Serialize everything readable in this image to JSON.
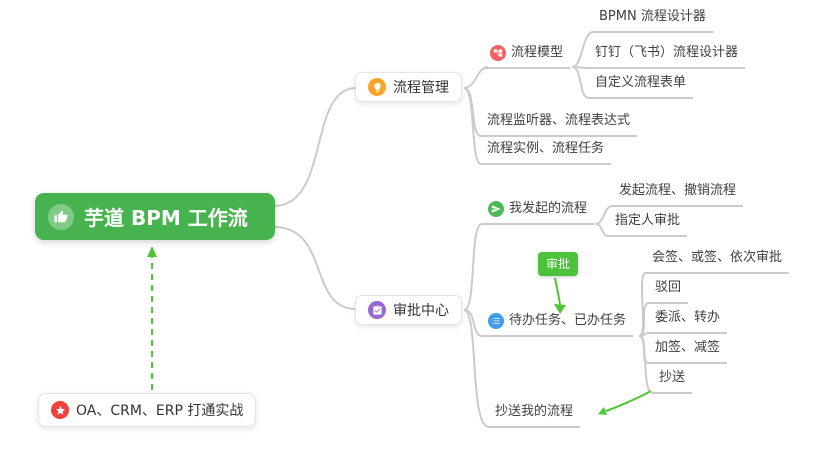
{
  "mindmap": {
    "root": "芋道 BPM 工作流",
    "bottom_note": "OA、CRM、ERP 打通实战",
    "process_management": {
      "label": "流程管理",
      "process_model": "流程模型",
      "bpmn_designer": "BPMN 流程设计器",
      "dingtalk_designer": "钉钉（飞书）流程设计器",
      "custom_form": "自定义流程表单",
      "listener_expression": "流程监听器、流程表达式",
      "instance_task": "流程实例、流程任务"
    },
    "approval_center": {
      "label": "审批中心",
      "my_initiated": "我发起的流程",
      "initiate_cancel": "发起流程、撤销流程",
      "assignee_approval": "指定人审批",
      "approval_tag": "审批",
      "todo_done": "待办任务、已办任务",
      "countersign": "会签、或签、依次审批",
      "reject": "驳回",
      "delegate_transfer": "委派、转办",
      "add_remove_sign": "加签、减签",
      "cc": "抄送",
      "cc_my_process": "抄送我的流程"
    }
  },
  "icons": {
    "root": "thumbs-up-icon",
    "process_management": "lightbulb-icon",
    "process_model": "flow-tree-icon",
    "approval_center": "clipboard-check-icon",
    "my_initiated": "send-icon",
    "todo_done": "task-list-icon",
    "bottom_note": "star-icon"
  },
  "colors": {
    "root_bg": "#47b34f",
    "accent_green": "#4fc436",
    "branch_line": "#cbcbcb",
    "icon_orange": "#ffa428",
    "icon_red": "#f75e62",
    "icon_green": "#4dba58",
    "icon_blue": "#3d9bf2",
    "icon_purple": "#9668d2",
    "icon_star_red": "#f2413a"
  }
}
